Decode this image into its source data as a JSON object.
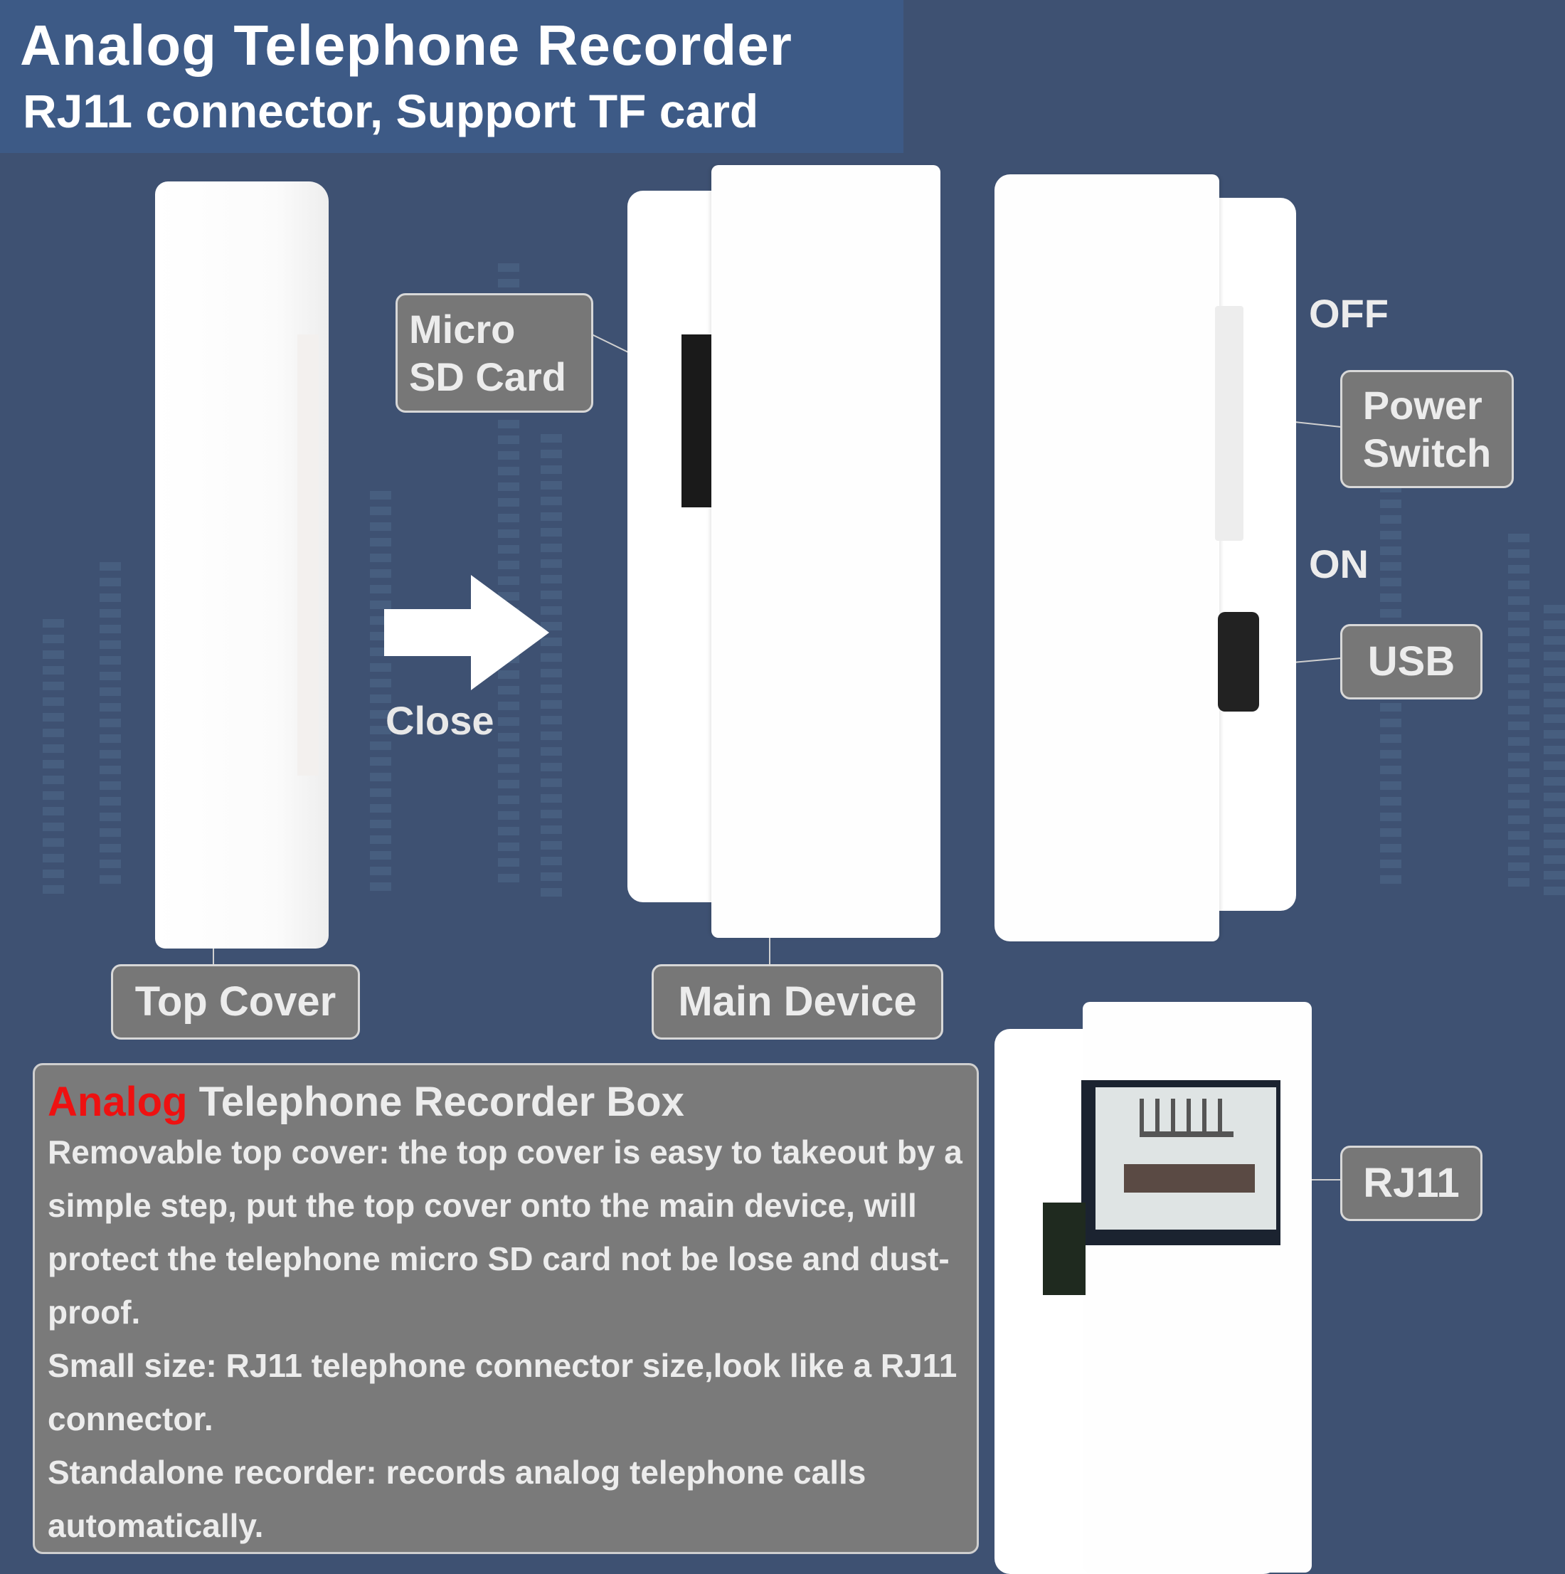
{
  "header": {
    "title": "Analog Telephone Recorder",
    "subtitle": "RJ11 connector, Support TF card"
  },
  "callouts": {
    "micro_sd": "Micro\nSD Card",
    "close": "Close",
    "top_cover": "Top Cover",
    "main_device": "Main Device",
    "off": "OFF",
    "power_switch": "Power\nSwitch",
    "on": "ON",
    "usb": "USB",
    "rj11": "RJ11"
  },
  "info": {
    "heading_accent": "Analog",
    "heading_rest": " Telephone Recorder Box",
    "paragraphs": [
      "Removable top cover: the top cover is easy to takeout by a simple step, put the top cover onto the main device, will protect the telephone micro SD card not be lose and dust-proof.",
      "Small size: RJ11 telephone connector size,look like a RJ11 connector.",
      "Standalone recorder: records analog telephone calls automatically."
    ]
  },
  "colors": {
    "background": "#3e5172",
    "title_band": "#3d5a86",
    "label_fill": "#777777",
    "accent_red": "#ee1111",
    "device_white": "#ffffff"
  },
  "icons": [
    "right-arrow-icon"
  ]
}
